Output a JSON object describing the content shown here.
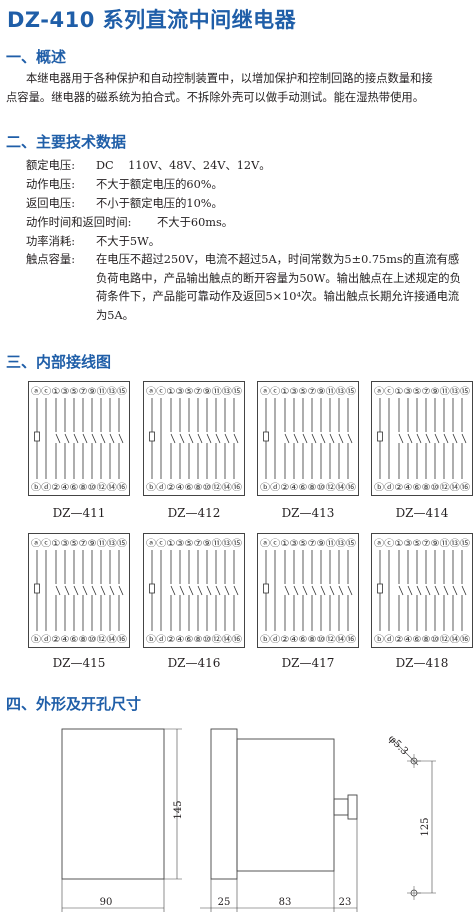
{
  "title": "DZ-410 系列直流中间继电器",
  "sections": {
    "overview": {
      "heading": "一、概述",
      "line1": "本继电器用于各种保护和自动控制装置中，以增加保护和控制回路的接点数量和接",
      "line2": "点容量。继电器的磁系统为拍合式。不拆除外壳可以做手动测试。能在湿热带使用。"
    },
    "specs": {
      "heading": "二、主要技术数据",
      "items": [
        {
          "label": "额定电压:",
          "value": "DC    110V、48V、24V、12V。"
        },
        {
          "label": "动作电压:",
          "value": "不大于额定电压的60%。"
        },
        {
          "label": "返回电压:",
          "value": "不小于额定电压的10%。"
        },
        {
          "label": "动作时间和返回时间:",
          "value": "不大于60ms。"
        },
        {
          "label": "功率消耗:",
          "value": "不大于5W。"
        },
        {
          "label": "触点容量:",
          "value": ""
        }
      ],
      "contacts_text": "在电压不超过250V，电流不超过5A，时间常数为5±0.75ms的直流有感负荷电路中，产品输出触点的断开容量为50W。输出触点在上述规定的负荷条件下，产品能可靠动作及返回5×10⁴次。输出触点长期允许接通电流为5A。"
    },
    "wiring": {
      "heading": "三、内部接线图",
      "top_labels": "ⓐⓒ①③⑤⑦⑨⑪⑬⑮",
      "bottom_labels": "ⓑⓓ②④⑥⑧⑩⑫⑭⑯",
      "models": [
        "DZ—411",
        "DZ—412",
        "DZ—413",
        "DZ—414",
        "DZ—415",
        "DZ—416",
        "DZ—417",
        "DZ—418"
      ]
    },
    "dimensions": {
      "heading": "四、外形及开孔尺寸",
      "front_width": "90",
      "front_height": "145",
      "side_depths": [
        "25",
        "83",
        "23"
      ],
      "hole_dia": "φ5.3",
      "hole_spacing": "125"
    }
  }
}
